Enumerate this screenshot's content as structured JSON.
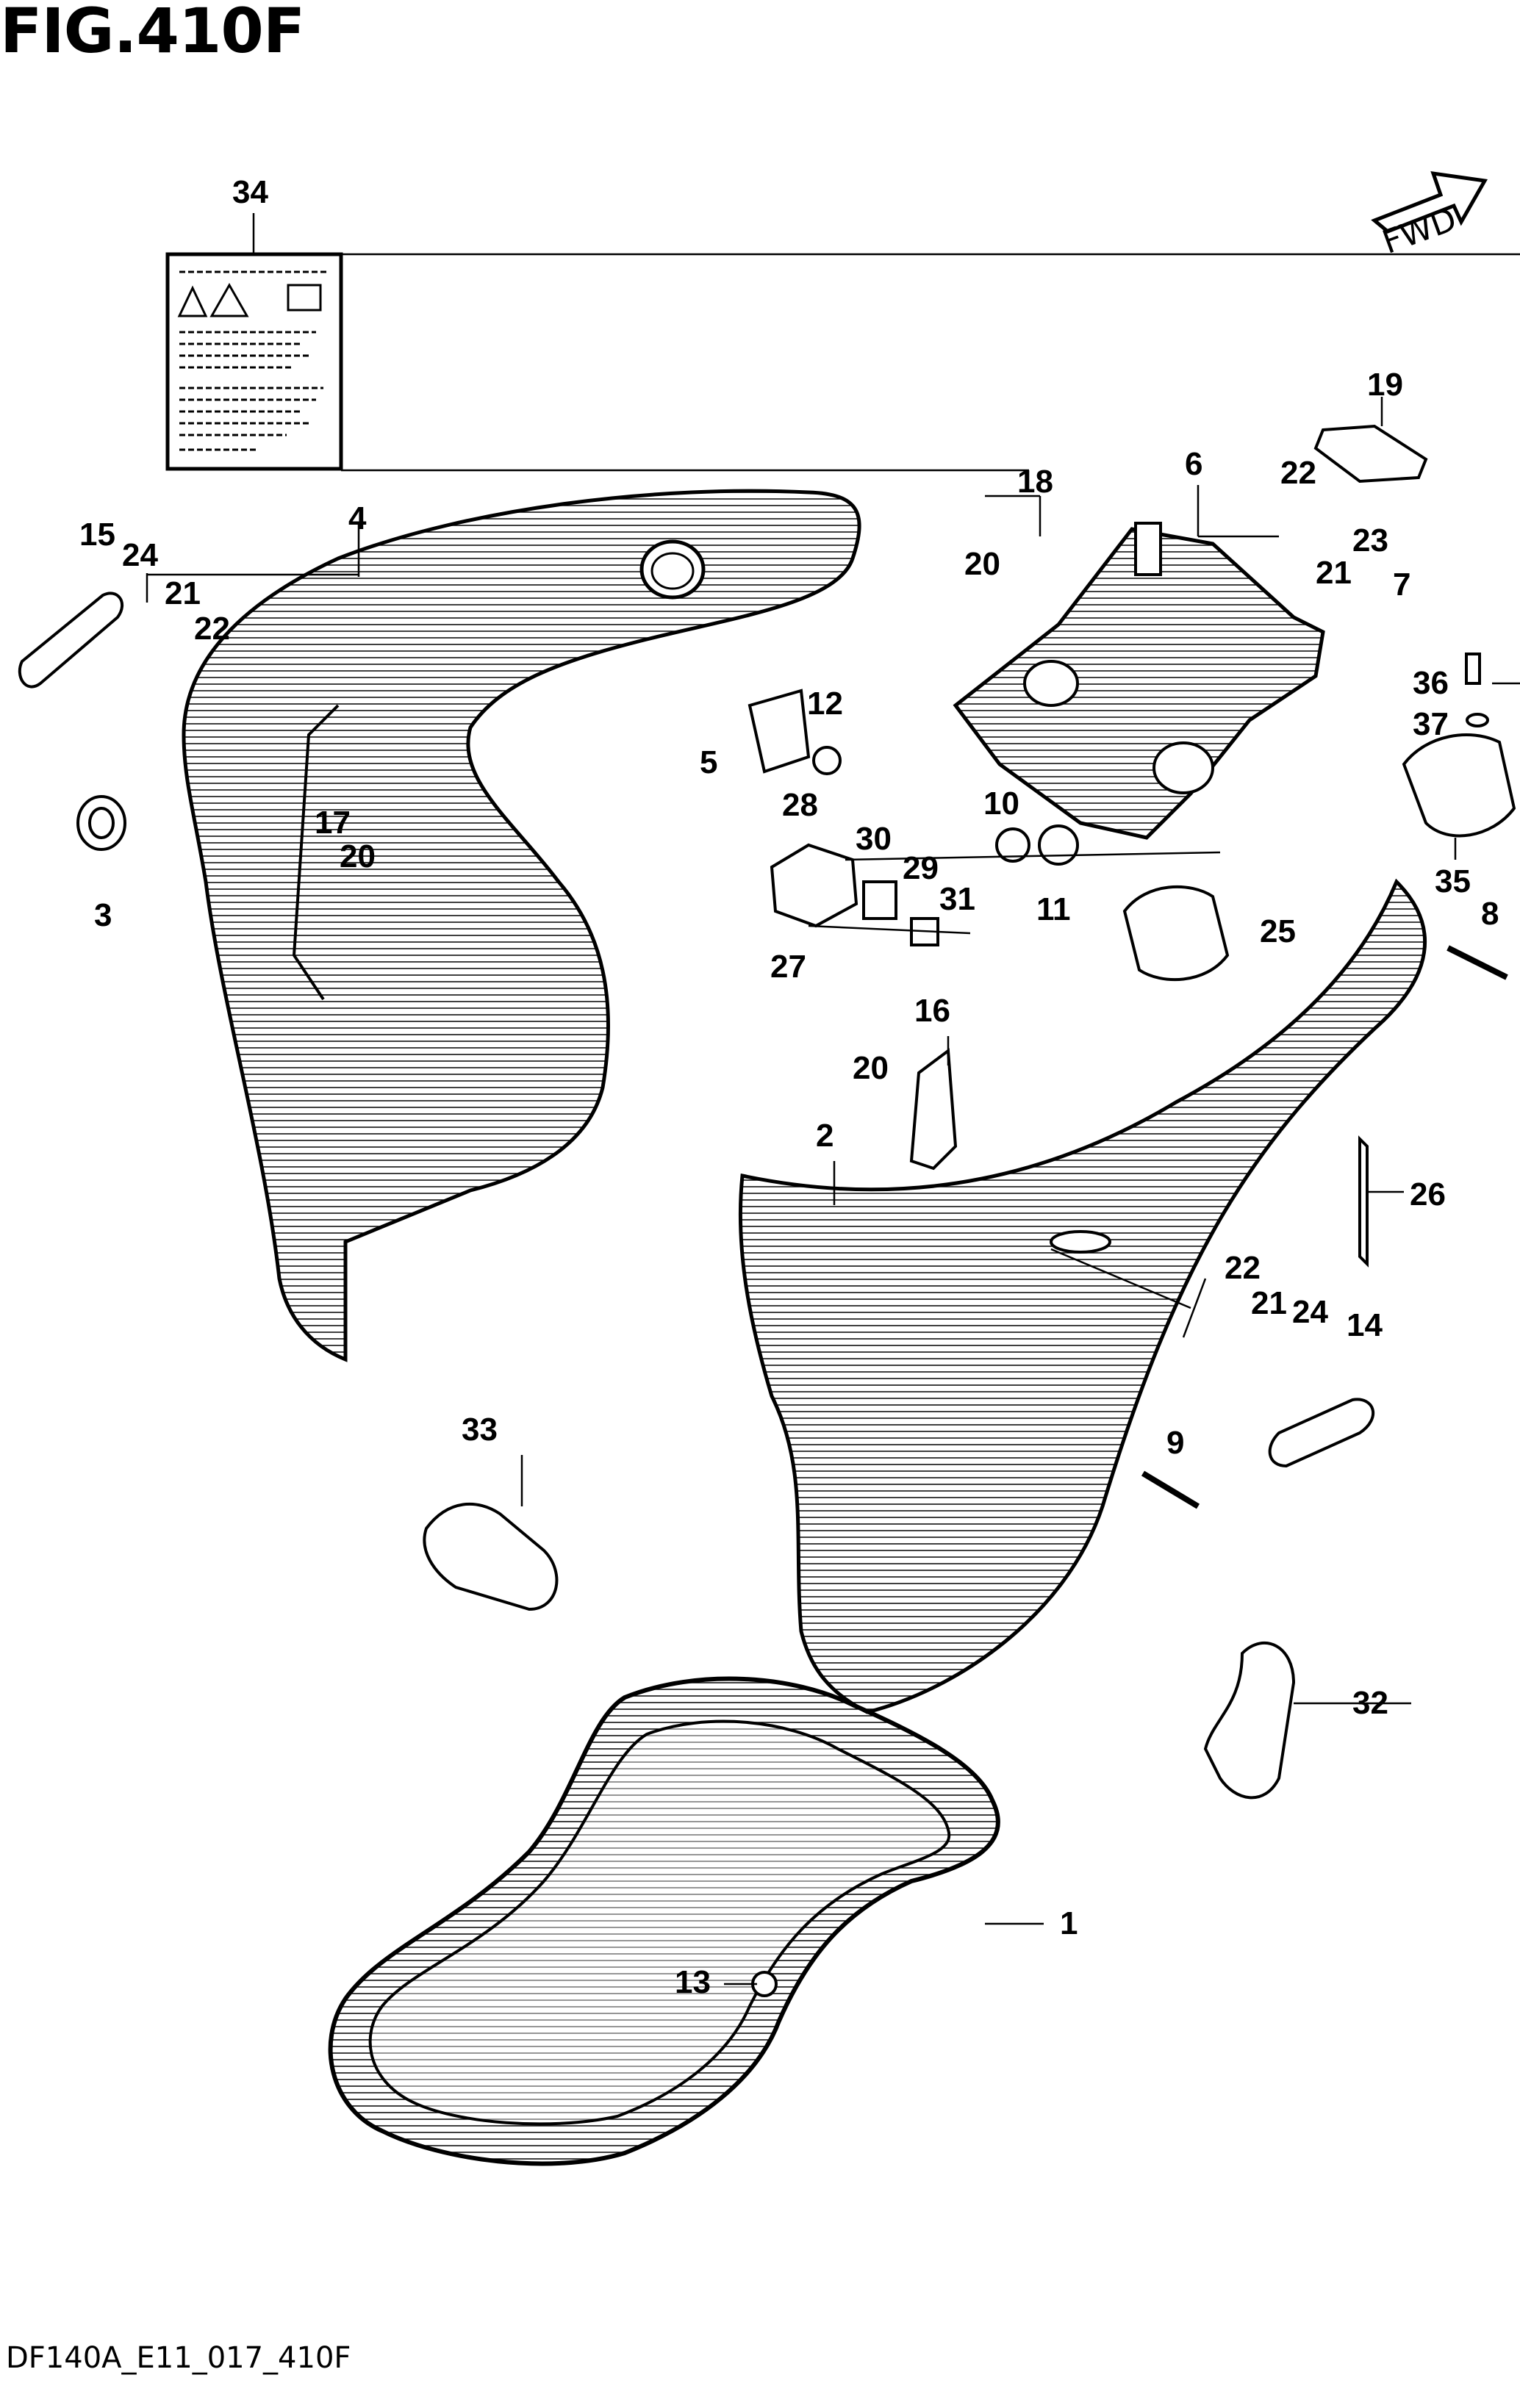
{
  "figure": {
    "title": "FIG.410F",
    "code": "DF140A_E11_017_410F",
    "direction_label": "FWD"
  },
  "callouts": [
    "1",
    "2",
    "3",
    "4",
    "5",
    "6",
    "7",
    "8",
    "9",
    "10",
    "11",
    "12",
    "13",
    "14",
    "15",
    "16",
    "17",
    "18",
    "19",
    "20",
    "20",
    "20",
    "20",
    "21",
    "21",
    "21",
    "22",
    "22",
    "22",
    "23",
    "24",
    "24",
    "25",
    "26",
    "27",
    "28",
    "29",
    "30",
    "31",
    "32",
    "33",
    "34",
    "35",
    "36",
    "37"
  ],
  "colors": {
    "line": "#000000",
    "background": "#ffffff"
  }
}
